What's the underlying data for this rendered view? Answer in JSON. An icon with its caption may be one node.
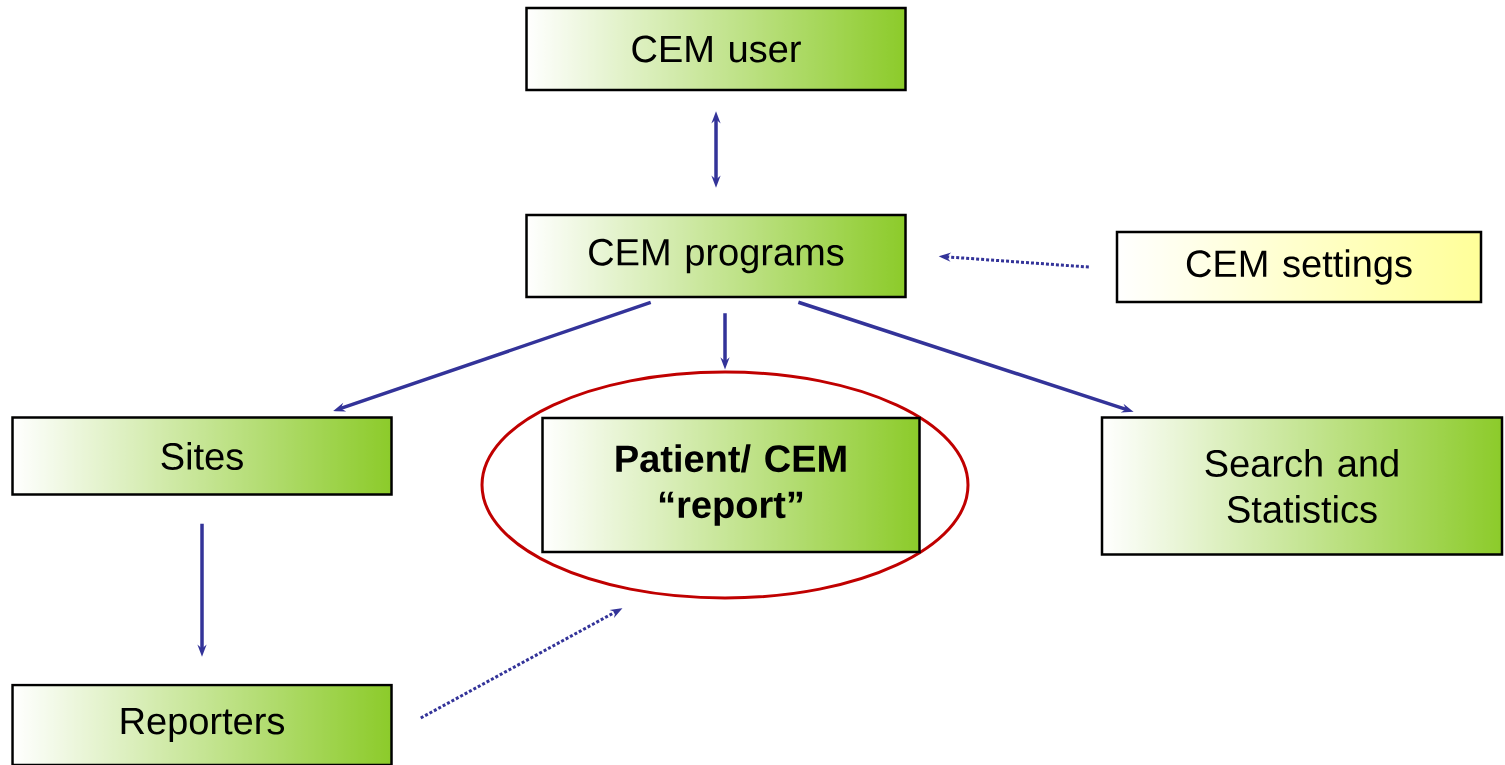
{
  "diagram": {
    "nodes": [
      {
        "text": [
          "CEM user"
        ]
      },
      {
        "text": [
          "CEM programs"
        ]
      },
      {
        "text": [
          "CEM settings"
        ]
      },
      {
        "text": [
          "Sites"
        ]
      },
      {
        "text": [],
        "shape": "ellipse"
      },
      {
        "text": [
          "Patient/ CEM “report”"
        ],
        "in": 4
      },
      {
        "text": [
          "Search and Statistics"
        ]
      },
      {
        "text": [
          "Reporters"
        ]
      }
    ],
    "edges": [
      {
        "from": 0,
        "to": 1,
        "arrow": "both"
      },
      {
        "from": 2,
        "to": 1,
        "arrow": "to",
        "style": "dashed"
      },
      {
        "from": 1,
        "to": 3,
        "arrow": "to"
      },
      {
        "from": 1,
        "to": 4,
        "arrow": "to"
      },
      {
        "from": 1,
        "to": 6,
        "arrow": "to"
      },
      {
        "from": 3,
        "to": 7,
        "arrow": "to"
      },
      {
        "from": 7,
        "to": 4,
        "arrow": "to",
        "style": "dashed"
      }
    ]
  }
}
